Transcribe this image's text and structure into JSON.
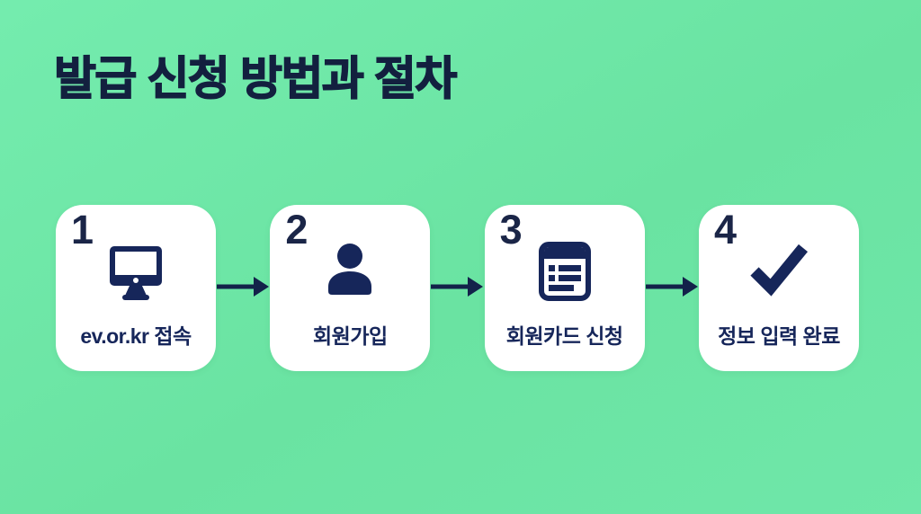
{
  "page": {
    "title": "발급 신청 방법과 절차"
  },
  "colors": {
    "background": "#6EE6A7",
    "card": "#FFFFFF",
    "title_text": "#13203F",
    "navy": "#16265A",
    "arrow": "#13224A"
  },
  "steps": [
    {
      "number": "1",
      "label": "ev.or.kr 접속",
      "icon": "monitor-icon"
    },
    {
      "number": "2",
      "label": "회원가입",
      "icon": "person-icon"
    },
    {
      "number": "3",
      "label": "회원카드 신청",
      "icon": "form-icon"
    },
    {
      "number": "4",
      "label": "정보 입력 완료",
      "icon": "checkmark-icon"
    }
  ]
}
